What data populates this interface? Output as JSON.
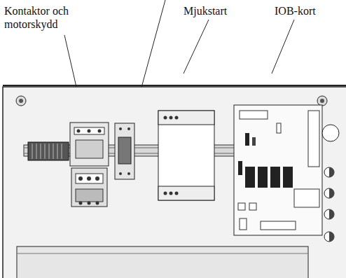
{
  "diagram": {
    "labels": [
      "Kontaktor och motorskydd",
      "Mjukstart",
      "IOB-kort"
    ]
  }
}
